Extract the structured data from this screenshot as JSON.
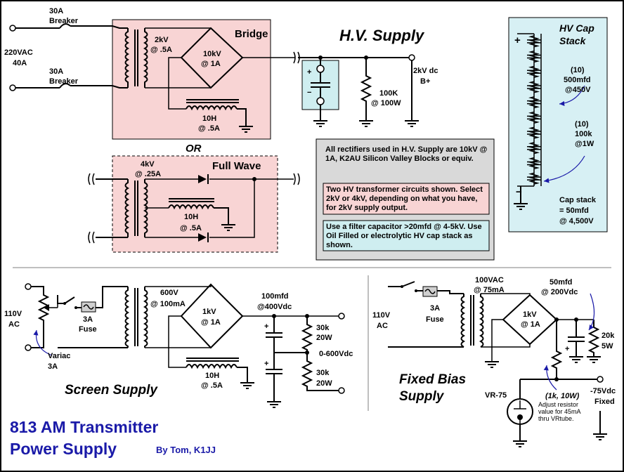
{
  "hv": {
    "breaker1": [
      "30A",
      "Breaker"
    ],
    "mains": [
      "220VAC",
      "40A"
    ],
    "breaker2": [
      "30A",
      "Breaker"
    ],
    "xfmr1": [
      "2kV",
      "@ .5A"
    ],
    "bridge_title": "Bridge",
    "bridge_rating": [
      "10kV",
      "@ 1A"
    ],
    "choke1": [
      "10H",
      "@ .5A"
    ],
    "title": "H.V. Supply",
    "output": [
      "2kV dc",
      "B+"
    ],
    "bleeder": [
      "100K",
      "@ 100W"
    ],
    "or_label": "OR",
    "fullwave_title": "Full Wave",
    "xfmr2": [
      "4kV",
      "@ .25A"
    ],
    "choke2": [
      "10H",
      "@ .5A"
    ]
  },
  "cap_stack": {
    "title": [
      "HV Cap",
      "Stack"
    ],
    "caps": [
      "(10)",
      "500mfd",
      "@450V"
    ],
    "resistors": [
      "(10)",
      "100k",
      "@1W"
    ],
    "total": [
      "Cap stack",
      "= 50mfd",
      "@ 4,500V"
    ],
    "plus": "+",
    "minus": "−"
  },
  "notes": {
    "rectifiers": "All rectifiers used in H.V. Supply are 10kV @ 1A, K2AU Silicon Valley Blocks or equiv.",
    "transformers": "Two HV transformer circuits shown. Select 2kV or 4kV, depending on what you have, for 2kV supply output.",
    "filter": "Use a filter capacitor >20mfd @ 4-5kV. Use Oil Filled or electrolytic HV cap stack as shown."
  },
  "screen": {
    "input": [
      "110V",
      "AC"
    ],
    "fuse": [
      "3A",
      "Fuse"
    ],
    "variac": [
      "Variac",
      "3A"
    ],
    "xfmr": [
      "600V",
      "@ 100mA"
    ],
    "bridge": [
      "1kV",
      "@ 1A"
    ],
    "choke": [
      "10H",
      "@ .5A"
    ],
    "caps": [
      "100mfd",
      "@400Vdc"
    ],
    "r1": [
      "30k",
      "20W"
    ],
    "r2": [
      "30k",
      "20W"
    ],
    "output": "0-600Vdc",
    "title": "Screen Supply"
  },
  "bias": {
    "input": [
      "110V",
      "AC"
    ],
    "fuse": [
      "3A",
      "Fuse"
    ],
    "xfmr": [
      "100VAC",
      "@ 75mA"
    ],
    "bridge": [
      "1kV",
      "@ 1A"
    ],
    "cap": [
      "50mfd",
      "@ 200Vdc"
    ],
    "bleeder": [
      "20k",
      "5W"
    ],
    "adjust": "(1k, 10W)",
    "adjust_note": [
      "Adjust resistor",
      "value for 45mA",
      "thru VRtube."
    ],
    "tube": "VR-75",
    "output": [
      "-75Vdc",
      "Fixed"
    ],
    "title": [
      "Fixed Bias",
      "Supply"
    ]
  },
  "footer": {
    "title": [
      "813 AM Transmitter",
      "Power Supply"
    ],
    "author": "By Tom, K1JJ"
  }
}
